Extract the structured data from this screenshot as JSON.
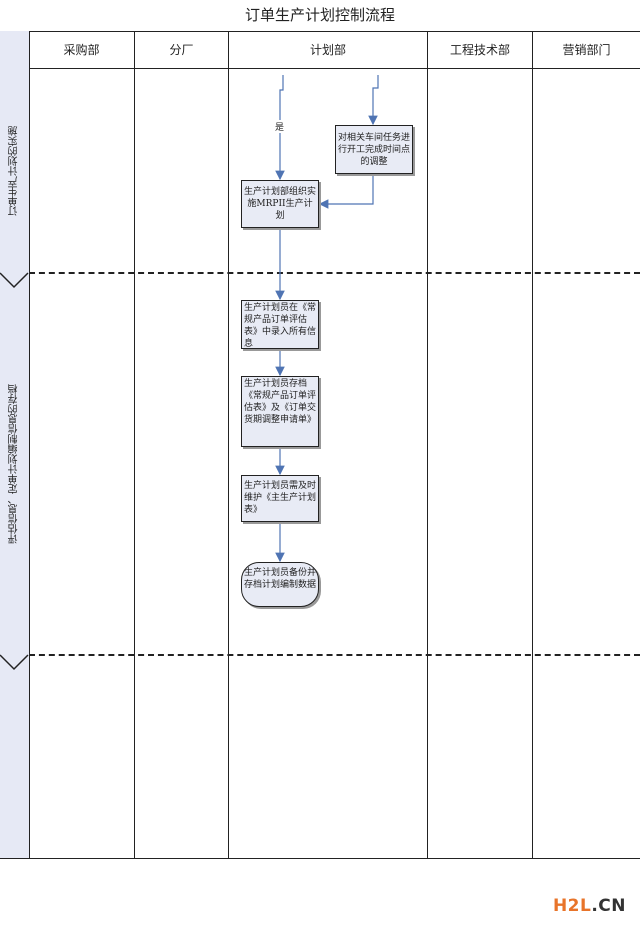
{
  "title": "订单生产计划控制流程",
  "lanes": [
    "采购部",
    "分厂",
    "计划部",
    "工程技术部",
    "营销部门"
  ],
  "phases": [
    "订单生产计划的实施",
    "评估信息、定单计划编制信息的存档",
    ""
  ],
  "nodes": {
    "adjust": "对相关车间任务进行开工完成时间点的调整",
    "implement": "生产计划部组织实施MRPII生产计划",
    "entry": "生产计划员在《常规产品订单评估表》中录入所有信息",
    "archive": "生产计划员存档《常规产品订单评估表》及《订单交货期调整申请单》",
    "maintain": "生产计划员需及时维护《主生产计划表》",
    "backup": "生产计划员备份并存档计划编制数据"
  },
  "edge_labels": {
    "yes": "是"
  },
  "watermark": {
    "part1": "H2L",
    "part2": ".CN"
  },
  "colors": {
    "box_fill": "#e8ebf5",
    "arrow": "#4f74b3",
    "phase_strip": "#e6e9f5"
  }
}
